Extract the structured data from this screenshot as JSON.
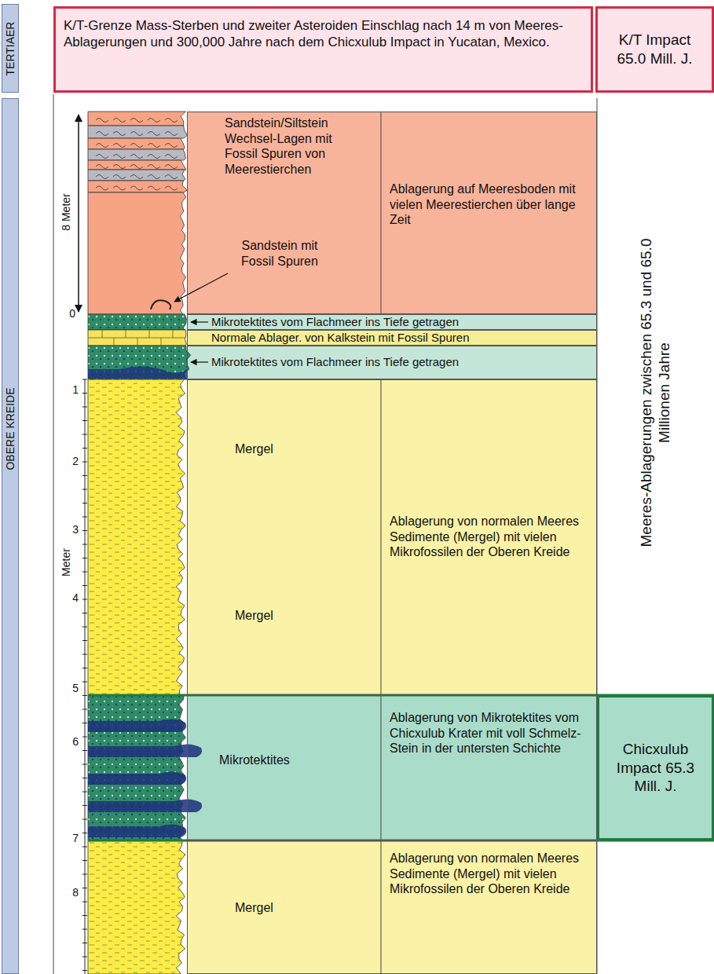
{
  "diagram": {
    "nodes": [
      {
        "text": [
          "TERTIAER"
        ]
      },
      {
        "text": [
          "K/T-Grenze Mass-Sterben und zweiter Asteroiden Einschlag nach 14 m von Meeres-Ablagerungen und 300,000 Jahre nach dem Chicxulub Impact in Yucatan, Mexico."
        ]
      },
      {
        "text": [
          "K/T Impact 65.0 Mill. J."
        ]
      },
      {
        "text": [
          "OBERE KREIDE"
        ]
      },
      {
        "text": [
          "Sandstein/Siltstein Wechsel-Lagen mit Fossil Spuren von Meerestierchen",
          "Sandstein mit Fossil Spuren",
          "Ablagerung auf Meeresboden mit vielen Meerestierchen über lange Zeit"
        ]
      },
      {
        "text": [
          "Mikrotektites vom Flachmeer ins Tiefe getragen"
        ]
      },
      {
        "text": [
          "Normale Ablager. von Kalkstein mit Fossil Spuren"
        ]
      },
      {
        "text": [
          "Mikrotektites vom Flachmeer ins Tiefe getragen"
        ]
      },
      {
        "text": [
          "Mergel",
          "Mergel",
          "Ablagerung von normalen Meeres Sedimente (Mergel) mit vielen Mikrofossilen der Oberen Kreide"
        ]
      },
      {
        "text": [
          "Mikrotektites",
          "Ablagerung von Mikrotektites vom Chicxulub Krater mit voll Schmelz-Stein in der untersten Schichte"
        ]
      },
      {
        "text": [
          "Chicxulub Impact 65.3 Mill. J."
        ]
      },
      {
        "text": [
          "Mergel",
          "Ablagerung von normalen Meeres Sedimente (Mergel) mit vielen Mikrofossilen der Oberen Kreide"
        ]
      }
    ],
    "labels": [
      "8 Meter",
      "0",
      "1",
      "2",
      "3",
      "4",
      "5",
      "6",
      "7",
      "8",
      "Meter",
      "Meeres-Ablagerungen zwischen 65.3 und 65.0 Millionen Jahre"
    ]
  }
}
